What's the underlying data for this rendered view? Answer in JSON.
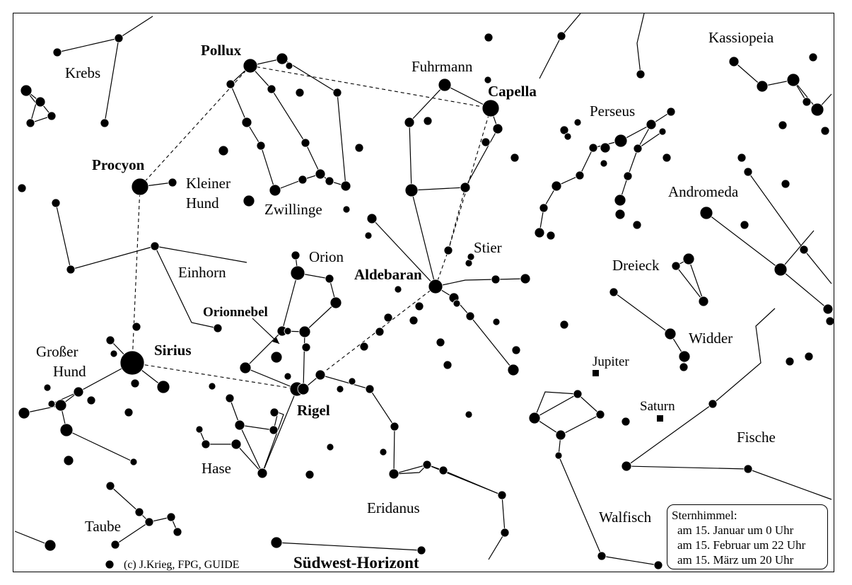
{
  "constellations": {
    "kassiopeia": "Kassiopeia",
    "krebs": "Krebs",
    "fuhrmann": "Fuhrmann",
    "perseus": "Perseus",
    "kleiner_hund_1": "Kleiner",
    "kleiner_hund_2": "Hund",
    "zwillinge": "Zwillinge",
    "andromeda": "Andromeda",
    "stier": "Stier",
    "orion": "Orion",
    "einhorn": "Einhorn",
    "dreieck": "Dreieck",
    "widder": "Widder",
    "grosser_hund_1": "Großer",
    "grosser_hund_2": "Hund",
    "fische": "Fische",
    "hase": "Hase",
    "eridanus": "Eridanus",
    "walfisch": "Walfisch",
    "taube": "Taube"
  },
  "stars": {
    "pollux": "Pollux",
    "capella": "Capella",
    "procyon": "Procyon",
    "aldebaran": "Aldebaran",
    "orionnebel": "Orionnebel",
    "sirius": "Sirius",
    "rigel": "Rigel"
  },
  "planets": {
    "jupiter": "Jupiter",
    "saturn": "Saturn"
  },
  "info_box": {
    "title": "Sternhimmel:",
    "line1": "am 15. Januar um 0 Uhr",
    "line2": "am 15. Februar um 22 Uhr",
    "line3": "am 15. März um 20 Uhr"
  },
  "footer": {
    "copyright": "(c) J.Krieg, FPG, GUIDE",
    "horizon": "Südwest-Horizont"
  },
  "colors": {
    "ink": "#000000",
    "background": "#ffffff"
  }
}
